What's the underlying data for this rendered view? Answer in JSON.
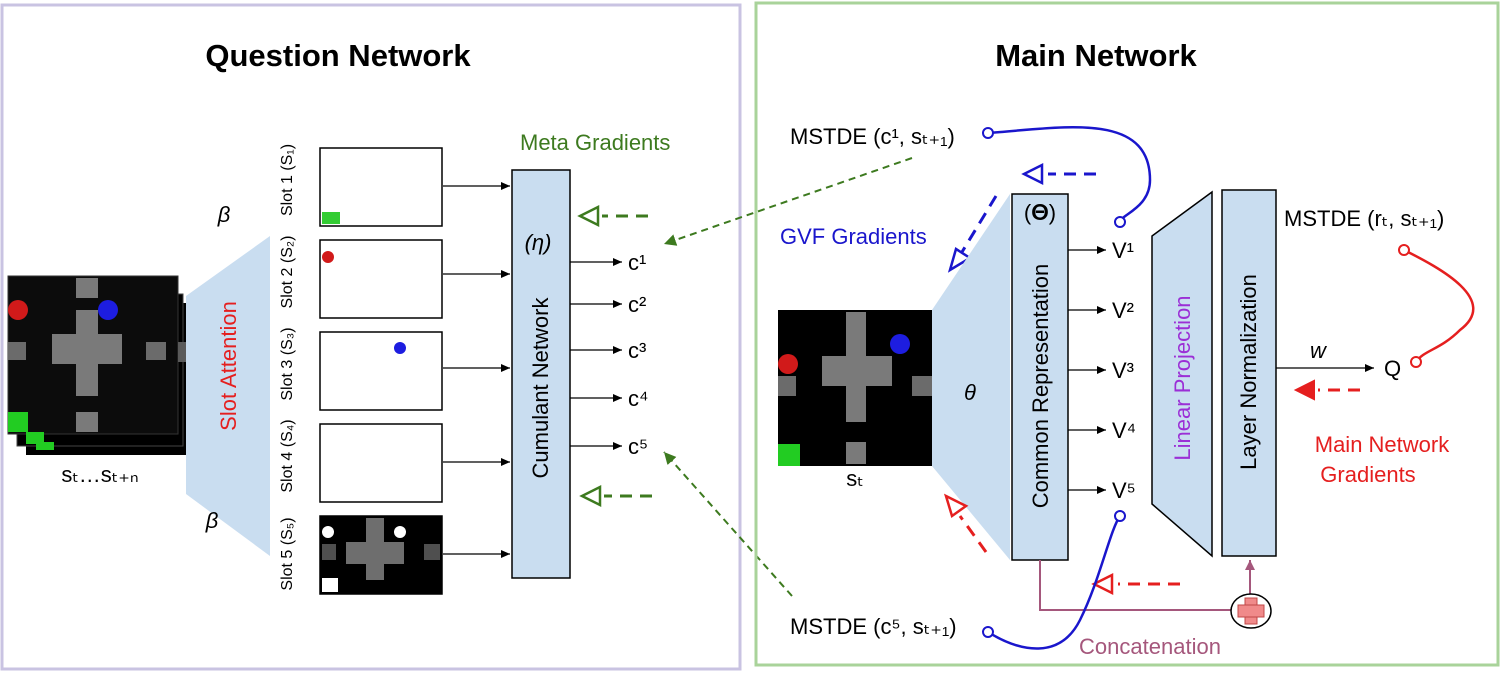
{
  "question_network": {
    "title": "Question Network",
    "input_label": "sₜ…sₜ₊ₙ",
    "beta_top": "β",
    "beta_bottom": "β",
    "slot_attention": "Slot Attention",
    "slots": [
      "Slot 1 (S₁)",
      "Slot 2 (S₂)",
      "Slot 3 (S₃)",
      "Slot 4 (S₄)",
      "Slot 5 (S₅)"
    ],
    "cumulant_network": "Cumulant Network",
    "eta": "(η)",
    "cumulants": [
      "c¹",
      "c²",
      "c³",
      "c⁴",
      "c⁵"
    ],
    "meta_gradients": "Meta Gradients"
  },
  "main_network": {
    "title": "Main Network",
    "mstde_top": "MSTDE (c¹, sₜ₊₁)",
    "mstde_bottom": "MSTDE (c⁵, sₜ₊₁)",
    "mstde_reward": "MSTDE (rₜ, sₜ₊₁)",
    "gvf_gradients": "GVF Gradients",
    "theta": "θ",
    "state_label": "sₜ",
    "phi": "(𝚯)",
    "common_representation": "Common Representation",
    "values": [
      "V¹",
      "V²",
      "V³",
      "V⁴",
      "V⁵"
    ],
    "linear_projection": "Linear Projection",
    "layer_normalization": "Layer Normalization",
    "w": "w",
    "q": "Q",
    "main_gradients_line1": "Main Network",
    "main_gradients_line2": "Gradients",
    "concatenation": "Concatenation",
    "plus": "+"
  },
  "colors": {
    "question_border": "#c9c3e2",
    "main_border": "#a9d39a",
    "box_fill": "#c9ddf0",
    "meta_green": "#3d7a1f",
    "gvf_blue": "#1a16cc",
    "main_red": "#e51f1f",
    "concat_mauve": "#a5577c",
    "projection_purple": "#9b2fd6"
  }
}
